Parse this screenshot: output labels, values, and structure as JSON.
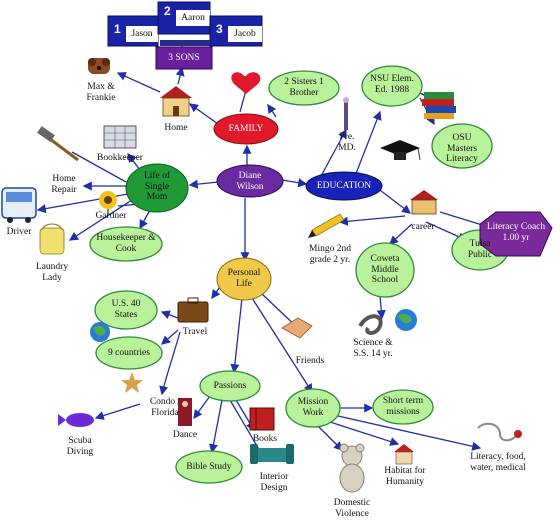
{
  "colors": {
    "link": "#1e2fa8",
    "green_node": "#1f9a36",
    "light_node": "#b9f29a",
    "light_node_border": "#2f8a3b",
    "family_node": "#e0182a",
    "education_node": "#1622b8",
    "center_node": "#6a2aa0",
    "sons_box": "#6a1ea0",
    "son_box": "#1a22a8",
    "personal_node": "#f1c84a",
    "literacy_box": "#7a2a9a"
  },
  "nodes": {
    "center": "Diane Wilson",
    "family": "FAMILY",
    "education": "EDUCATION",
    "single_mom": "Life of Single Mom",
    "personal_life": "Personal Life",
    "sisters": "2 Sisters 1 Brother",
    "sons": "3 SONS",
    "nsu": "NSU Elem. Ed. 1988",
    "osu": "OSU Masters Literacy",
    "literacy_coach": "Literacy Coach 1.00 yr",
    "tulsa": "Tulsa Public",
    "coweta": "Coweta Middle School",
    "housekeeper": "Housekeeper & Cook",
    "us40": "U.S. 40 States",
    "countries": "9 countries",
    "passions": "Passions",
    "mission": "Mission Work",
    "short_term": "Short term missions",
    "bible": "Bible Study"
  },
  "sons_list": [
    {
      "num": "1",
      "name": "Jason"
    },
    {
      "num": "2",
      "name": "Aaron"
    },
    {
      "num": "3",
      "name": "Jacob"
    }
  ],
  "labels": {
    "max": "Max & Frankie",
    "home": "Home",
    "bookkeeper": "Bookkeeper",
    "home_repair": "Home Repair",
    "gardner": "Gardner",
    "driver": "Driver",
    "laundry": "Laundry Lady",
    "pre_md": "Pre. MD.",
    "career": "career",
    "mingo": "Mingo 2nd grade 2 yr.",
    "science": "Science & S.S. 14 yr.",
    "travel": "Travel",
    "friends": "Friends",
    "condo": "Condo / Florida",
    "scuba": "Scuba Diving",
    "dance": "Dance",
    "books": "Books",
    "interior": "Interior Design",
    "domestic": "Domestic Violence",
    "habitat": "Habitat for Humanity",
    "literacy_food": "Literacy, food, water, medical"
  }
}
